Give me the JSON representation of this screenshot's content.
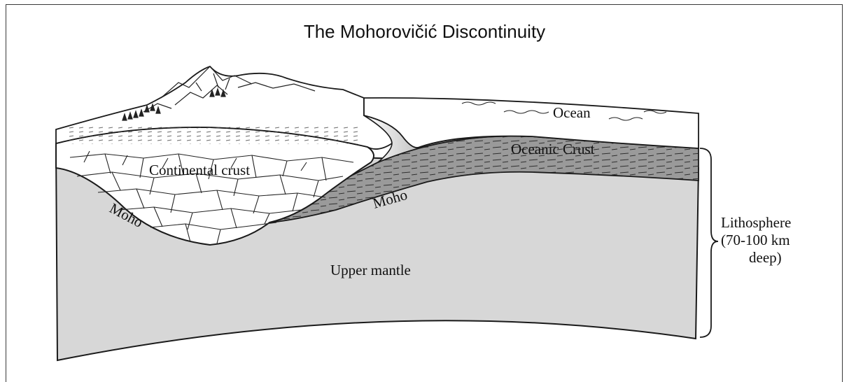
{
  "title": "The Mohorovičić Discontinuity",
  "labels": {
    "ocean": "Ocean",
    "oceanic_crust": "Oceanic Crust",
    "continental_crust": "Continental crust",
    "moho_left": "Moho",
    "moho_right": "Moho",
    "upper_mantle": "Upper mantle"
  },
  "lithosphere": {
    "line1": "Lithosphere",
    "line2": "(70-100 km",
    "line3": "deep)"
  },
  "colors": {
    "mantle": "#d7d7d7",
    "oceanic_crust": "#9a9a9a",
    "outline": "#1a1a1a"
  }
}
